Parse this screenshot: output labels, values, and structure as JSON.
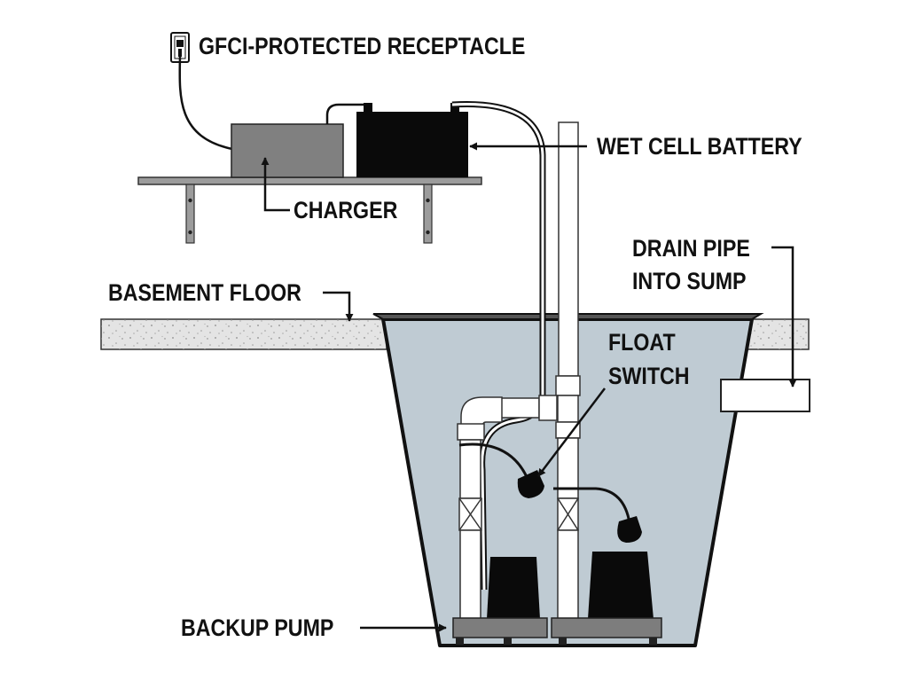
{
  "labels": {
    "receptacle": "GFCI-PROTECTED RECEPTACLE",
    "charger": "CHARGER",
    "battery": "WET CELL BATTERY",
    "drain_line1": "DRAIN PIPE",
    "drain_line2": "INTO SUMP",
    "basement_floor": "BASEMENT FLOOR",
    "float_line1": "FLOAT",
    "float_line2": "SWITCH",
    "backup_pump": "BACKUP PUMP"
  },
  "colors": {
    "water": "#bfcbd3",
    "charger": "#808080",
    "battery": "#0a0a0a",
    "shelf": "#9c9c9c",
    "floor": "#e4e4e4",
    "pipe": "#ffffff",
    "outline": "#111111",
    "pump": "#0a0a0a",
    "pump_base": "#7d7d7d"
  }
}
